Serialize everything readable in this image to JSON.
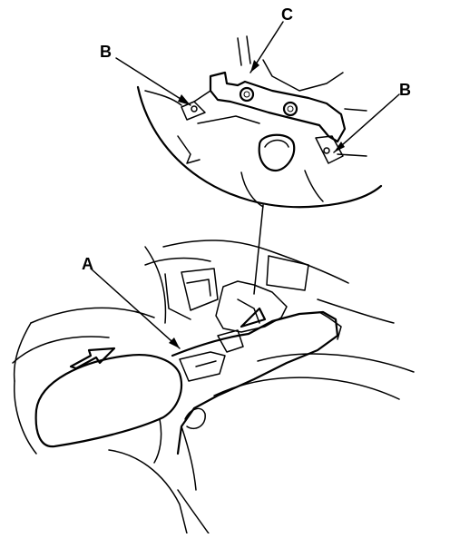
{
  "callouts": {
    "a": "A",
    "b_left": "B",
    "b_right": "B",
    "c": "C"
  }
}
